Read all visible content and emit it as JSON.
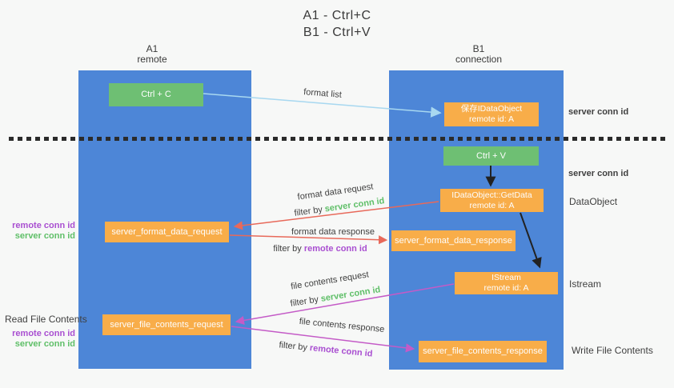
{
  "title": {
    "line1": "A1 - Ctrl+C",
    "line2": "B1 - Ctrl+V"
  },
  "lane_left": {
    "name": "A1",
    "role": "remote"
  },
  "lane_right": {
    "name": "B1",
    "role": "connection"
  },
  "nodes": {
    "ctrl_c": {
      "label": "Ctrl + C"
    },
    "ctrl_v": {
      "label": "Ctrl + V"
    },
    "save_idataobject": {
      "line1": "保存IDataObject",
      "line2": "remote id: A"
    },
    "getdata": {
      "line1": "IDataObject::GetData",
      "line2": "remote id: A"
    },
    "istream": {
      "line1": "IStream",
      "line2": "remote id: A"
    },
    "format_request": {
      "label": "server_format_data_request"
    },
    "format_response": {
      "label": "server_format_data_response"
    },
    "file_request": {
      "label": "server_file_contents_request"
    },
    "file_response": {
      "label": "server_file_contents_response"
    }
  },
  "arrow_labels": {
    "format_list": "format list",
    "format_data_request": "format data request",
    "format_data_response": "format data response",
    "file_contents_request": "file contents request",
    "file_contents_response": "file contents response",
    "filter_by": "filter by ",
    "server_conn_id": "server conn id",
    "remote_conn_id": "remote conn id"
  },
  "side_labels": {
    "server_conn_id_top": "server conn id",
    "server_conn_id_mid": "server conn id",
    "dataobject": "DataObject",
    "istream": "Istream",
    "write_file_contents": "Write File Contents",
    "read_file_contents": "Read File Contents",
    "remote_conn_id": "remote conn id",
    "server_conn_id": "server conn id"
  },
  "colors": {
    "lane-blue": "#4d86d7",
    "box-green": "#6ebf73",
    "box-orange": "#f8ad49",
    "text-green": "#5fbf68",
    "text-purple": "#a94fd1",
    "arrow-salmon": "#e8695a",
    "arrow-magenta": "#c45bc7",
    "arrow-lightblue": "#a8d8f0",
    "arrow-black": "#222222"
  }
}
